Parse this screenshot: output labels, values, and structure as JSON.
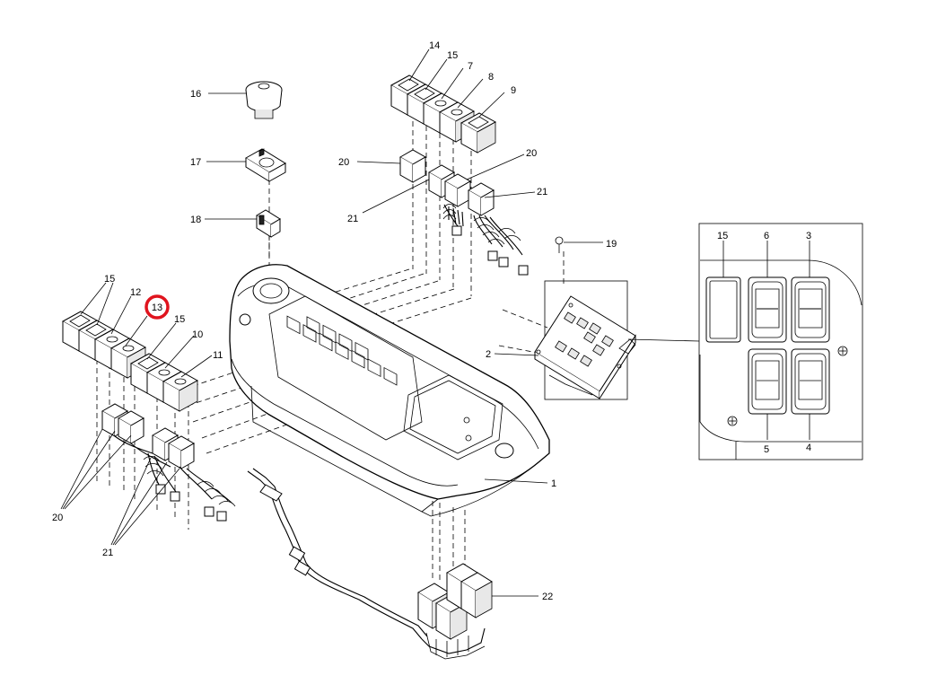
{
  "diagram": {
    "callouts": [
      {
        "id": "c14",
        "text": "14"
      },
      {
        "id": "c15a",
        "text": "15"
      },
      {
        "id": "c7",
        "text": "7"
      },
      {
        "id": "c8",
        "text": "8"
      },
      {
        "id": "c9",
        "text": "9"
      },
      {
        "id": "c16",
        "text": "16"
      },
      {
        "id": "c17",
        "text": "17"
      },
      {
        "id": "c18",
        "text": "18"
      },
      {
        "id": "c20a",
        "text": "20"
      },
      {
        "id": "c20b",
        "text": "20"
      },
      {
        "id": "c21a",
        "text": "21"
      },
      {
        "id": "c21b",
        "text": "21"
      },
      {
        "id": "c19",
        "text": "19"
      },
      {
        "id": "c2",
        "text": "2"
      },
      {
        "id": "c15b",
        "text": "15"
      },
      {
        "id": "c12",
        "text": "12"
      },
      {
        "id": "c15c",
        "text": "15"
      },
      {
        "id": "c10",
        "text": "10"
      },
      {
        "id": "c11",
        "text": "11"
      },
      {
        "id": "c1",
        "text": "1"
      },
      {
        "id": "c20c",
        "text": "20"
      },
      {
        "id": "c21c",
        "text": "21"
      },
      {
        "id": "c22",
        "text": "22"
      },
      {
        "id": "c15d",
        "text": "15"
      },
      {
        "id": "c6",
        "text": "6"
      },
      {
        "id": "c3",
        "text": "3"
      },
      {
        "id": "c5",
        "text": "5"
      },
      {
        "id": "c4",
        "text": "4"
      }
    ],
    "highlighted": {
      "text": "13",
      "ring_color": "#e0141e"
    }
  }
}
